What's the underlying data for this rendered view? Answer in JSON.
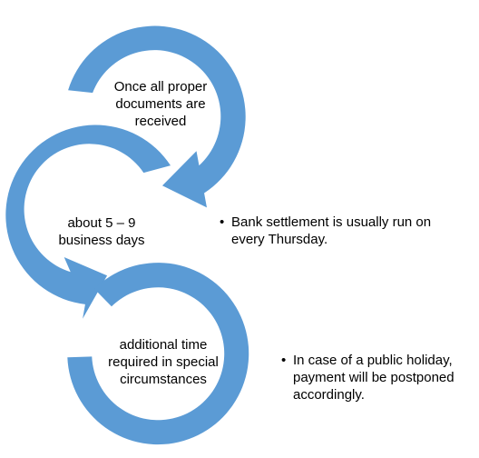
{
  "diagram": {
    "accent_color": "#5b9bd5",
    "steps": [
      {
        "text": "Once all proper documents are received"
      },
      {
        "text": "about 5 – 9 business days"
      },
      {
        "text": "additional time required in special circumstances"
      }
    ],
    "notes": [
      {
        "bullet": "•",
        "text": "Bank settlement is usually run on every Thursday."
      },
      {
        "bullet": "•",
        "text": "In case of a public holiday, payment will be postponed accordingly."
      }
    ]
  }
}
